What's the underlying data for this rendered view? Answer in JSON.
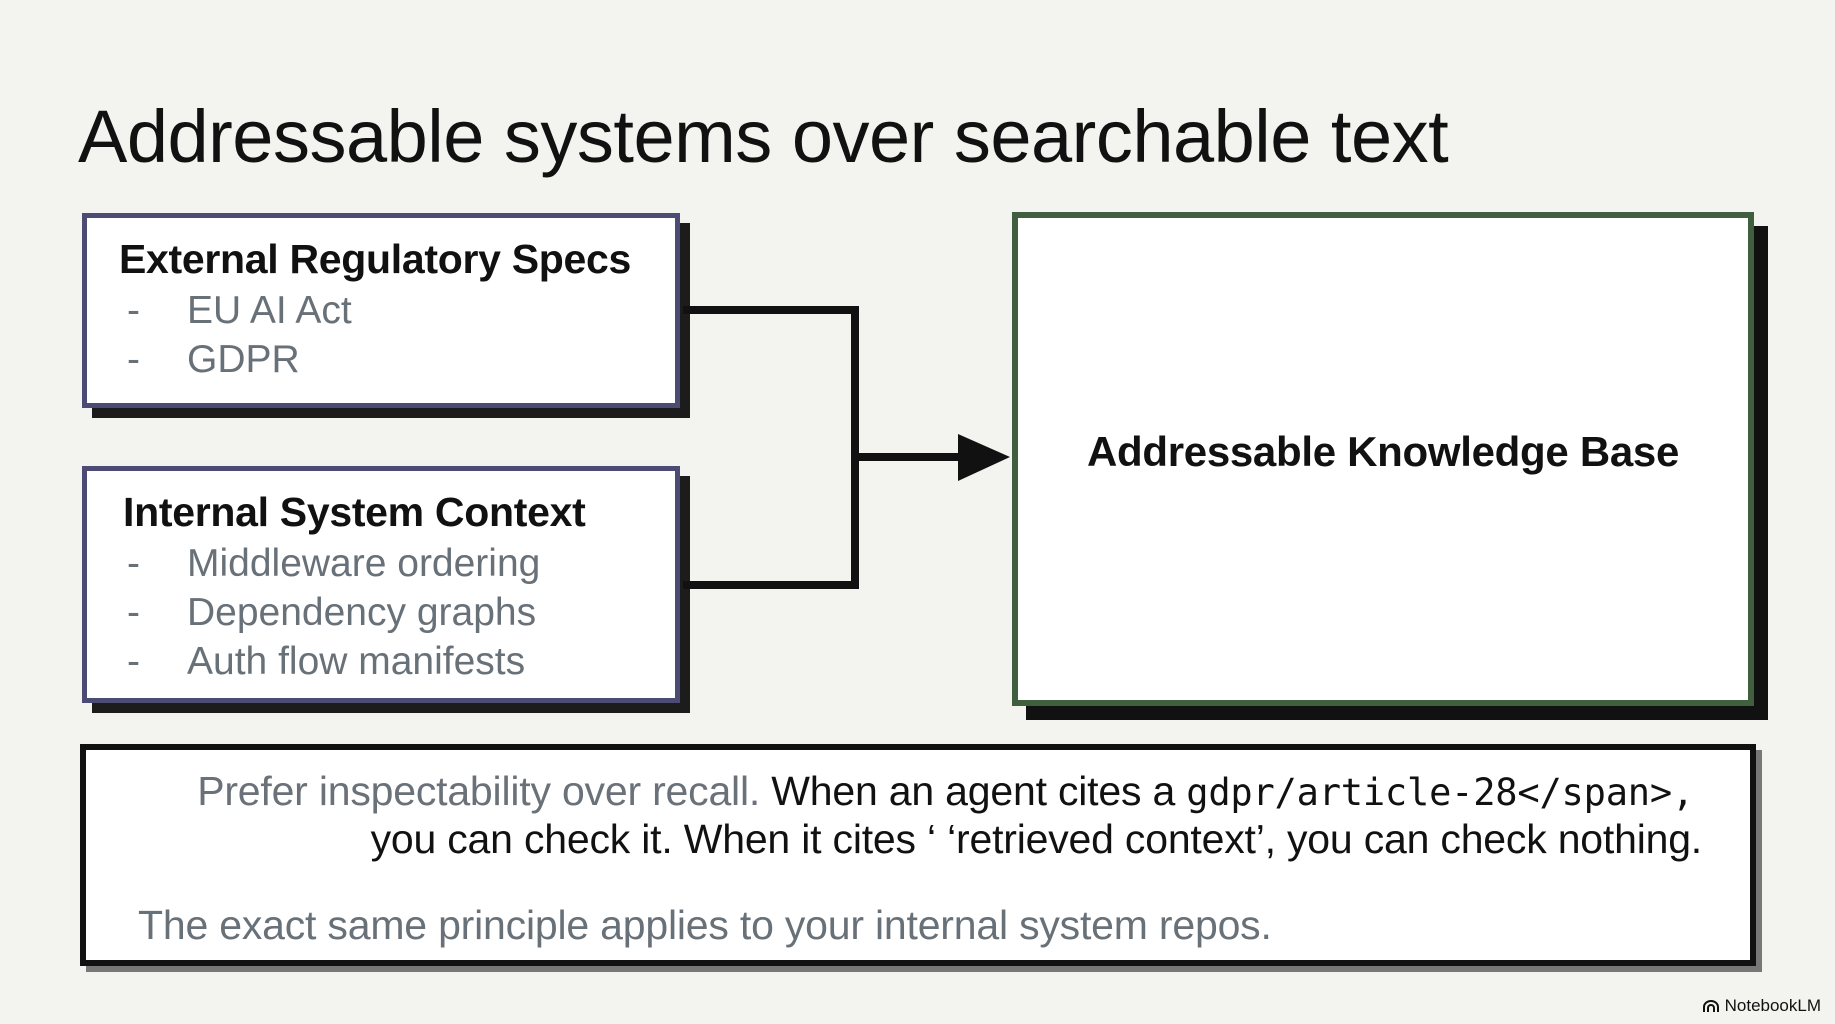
{
  "slide": {
    "title": "Addressable systems over searchable text"
  },
  "external_specs": {
    "title": "External Regulatory Specs",
    "items": [
      "EU AI Act",
      "GDPR"
    ]
  },
  "internal_context": {
    "title": "Internal System Context",
    "items": [
      "Middleware ordering",
      "Dependency graphs",
      "Auth flow manifests"
    ]
  },
  "knowledge_base": {
    "label": "Addressable Knowledge Base"
  },
  "note": {
    "line1_muted": "Prefer inspectability over recall.",
    "line1_text": " When an agent cites a ",
    "line1_code": "gdpr/article-28</span>,",
    "line2": "you can check it. When it cites ‘ ‘retrieved context’, you can check nothing.",
    "line3": "The exact same principle applies to your internal system repos."
  },
  "brand": {
    "name": "NotebookLM",
    "icon": "notebooklm-logo-icon"
  },
  "colors": {
    "background": "#f3f3ef",
    "source_border": "#4b4b73",
    "target_border": "#3f5f3f",
    "muted_text": "#687078",
    "ink": "#111111"
  }
}
